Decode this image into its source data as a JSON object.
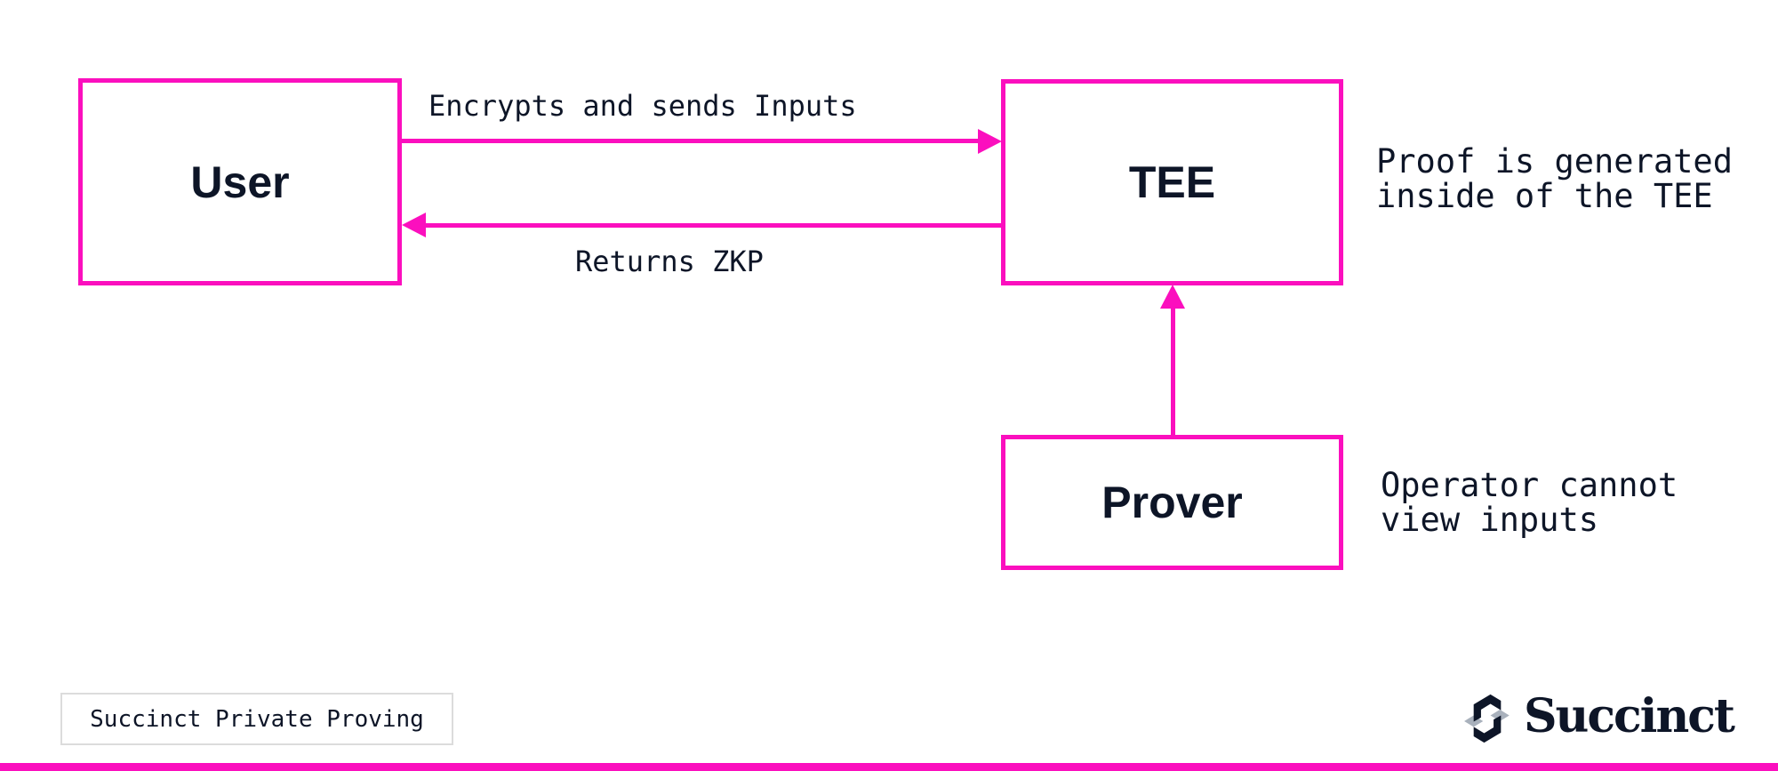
{
  "colors": {
    "accent": "#FB0FBE",
    "ink": "#0D1527",
    "logo_gray": "#A9B1BC",
    "caption_border": "#DCDCDC",
    "background": "#FFFFFF"
  },
  "diagram": {
    "nodes": {
      "user": {
        "label": "User"
      },
      "tee": {
        "label": "TEE"
      },
      "prover": {
        "label": "Prover"
      }
    },
    "edges": {
      "user_to_tee": {
        "label": "Encrypts and sends Inputs",
        "direction": "right"
      },
      "tee_to_user": {
        "label": "Returns ZKP",
        "direction": "left"
      },
      "prover_to_tee": {
        "label": "",
        "direction": "up"
      }
    },
    "annotations": {
      "tee_note": {
        "lines": [
          "Proof is generated",
          "inside of the TEE"
        ]
      },
      "prover_note": {
        "lines": [
          "Operator cannot",
          "view inputs"
        ]
      }
    }
  },
  "footer": {
    "caption": "Succinct Private Proving",
    "brand_wordmark": "Succinct"
  }
}
